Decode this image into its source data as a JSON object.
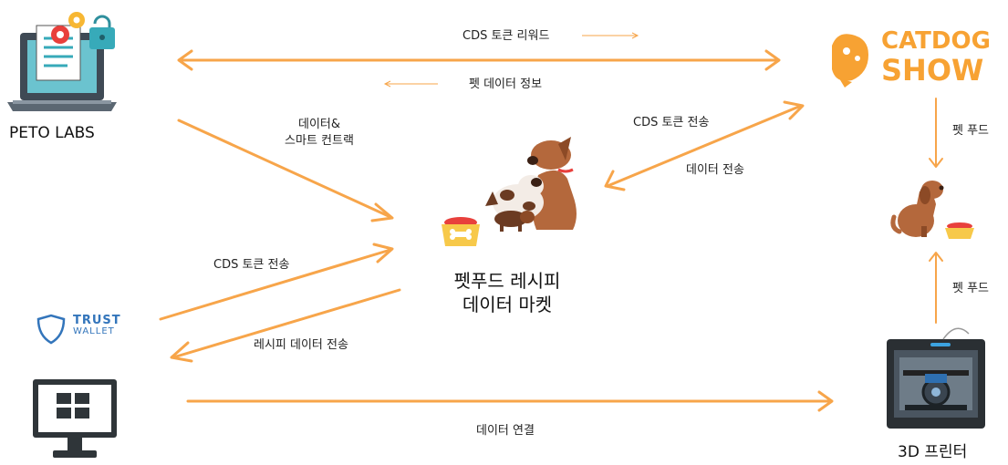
{
  "nodes": {
    "peto_labs": "PETO LABS",
    "center_line1": "펫푸드 레시피",
    "center_line2": "데이터 마켓",
    "printer": "3D 프린터",
    "trust_line1": "TRUST",
    "trust_line2": "WALLET",
    "catdog_line1": "CATDOG",
    "catdog_line2": "SHOW"
  },
  "edges": {
    "cds_reward": "CDS 토큰 리워드",
    "pet_data_info": "펫 데이터 정보",
    "data_smart_contract_1": "데이터&",
    "data_smart_contract_2": "스마트 컨트랙",
    "cds_send_right": "CDS 토큰 전송",
    "data_send_right": "데이터 전송",
    "cds_send_left": "CDS 토큰 전송",
    "recipe_data_send": "레시피 데이터 전송",
    "pet_food_top": "펫 푸드",
    "pet_food_bottom": "펫 푸드",
    "data_connect": "데이터 연결"
  },
  "colors": {
    "arrow": "#f7a54a",
    "brand_orange": "#f7a233",
    "trust_blue": "#3375bb",
    "dog_brown": "#b4683c"
  }
}
